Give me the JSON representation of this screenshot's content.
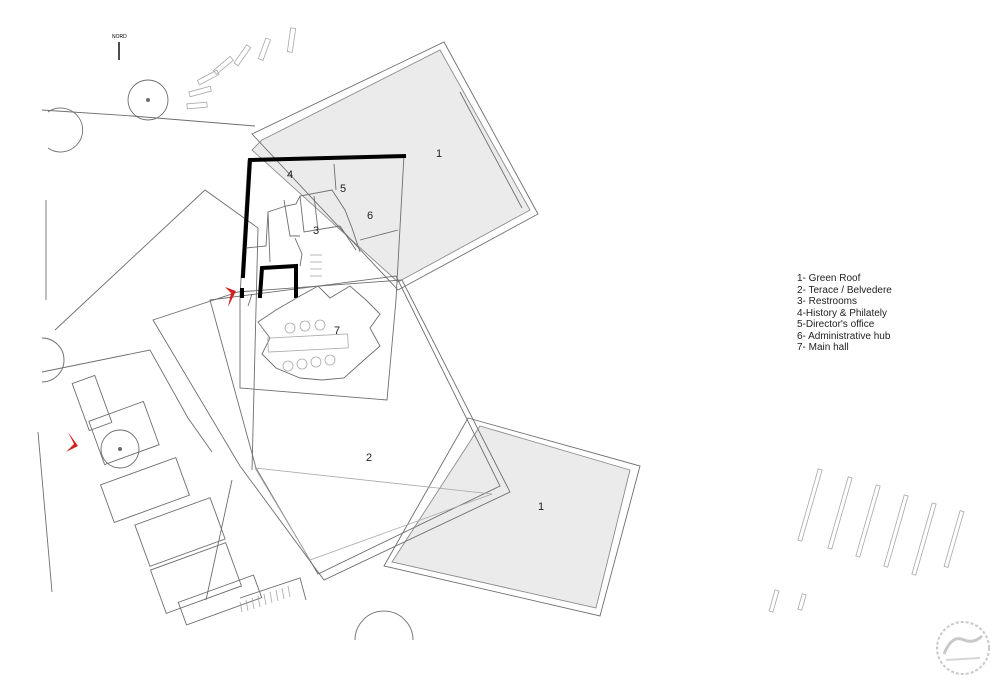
{
  "north_label": "NORD",
  "room_labels": {
    "r1_top": "1",
    "r1_bottom": "1",
    "r2": "2",
    "r3": "3",
    "r4": "4",
    "r5": "5",
    "r6": "6",
    "r7": "7"
  },
  "legend": [
    "1-  Green Roof",
    "2- Terace / Belvedere",
    "3- Restrooms",
    "4-History & Philately",
    "5-Director's office",
    "6- Administrative hub",
    "7- Main hall"
  ],
  "accent_color": "#d42020",
  "watermark_icon": "archdaily-watermark-icon"
}
